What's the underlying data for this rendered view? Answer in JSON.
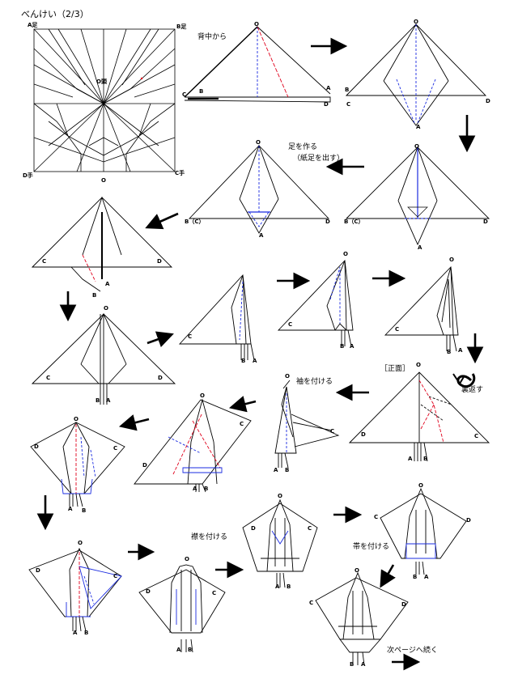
{
  "page": {
    "title": "べんけい（2/3）",
    "footer_note": "次ページへ続く"
  },
  "colors": {
    "line": "#000000",
    "mountain": "#e0001b",
    "valley": "#1a2be0",
    "accent_blue": "#1a2be0"
  },
  "steps": {
    "s1_hint": "背中から",
    "s4_hint_line1": "足を作る",
    "s4_hint_line2": "（紙足を出す）",
    "s10_tag": "［正面］",
    "s10_flip": "裏返す",
    "s11_hint": "袖を付ける",
    "s16_hint": "襟を付ける",
    "s18_hint": "帯を付ける"
  },
  "crease_pattern": {
    "corner_A": "A足",
    "corner_B": "B足",
    "corner_C": "C手",
    "corner_D": "D手",
    "center": "O頭",
    "bottom_o": "O"
  },
  "labels": {
    "O": "O",
    "A": "A",
    "B": "B",
    "C": "C",
    "D": "D",
    "BC": "B（C）"
  },
  "icons": [
    "right-arrow-icon",
    "left-arrow-icon",
    "down-arrow-icon",
    "flip-over-icon"
  ]
}
